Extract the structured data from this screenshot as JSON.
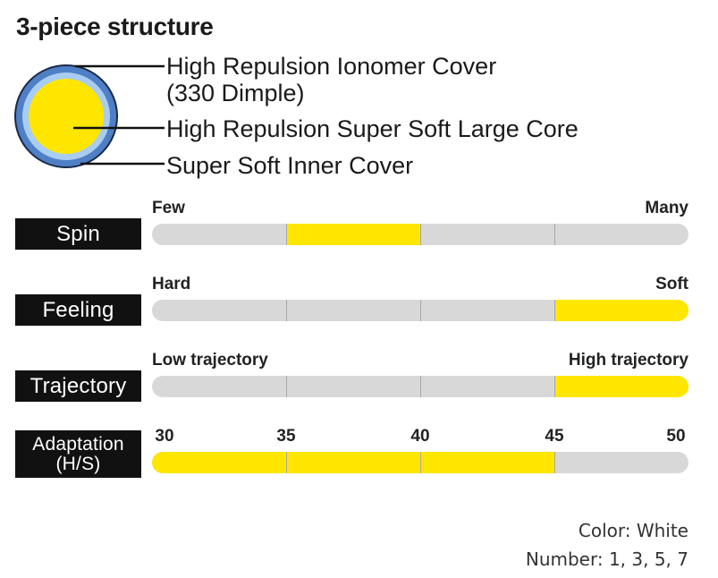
{
  "title": "3-piece structure",
  "structure": {
    "labels": [
      {
        "line1": "High Repulsion Ionomer Cover",
        "line2": "(330 Dimple)"
      },
      {
        "line1": "High Repulsion Super Soft Large Core"
      },
      {
        "line1": "Super Soft Inner Cover"
      }
    ],
    "colors": {
      "outer_cover": "#4f7fc4",
      "inner_cover": "#a8cdf0",
      "core": "#ffe600",
      "outline": "#1a2a4a"
    }
  },
  "ratings": [
    {
      "name": "Spin",
      "low_label": "Few",
      "high_label": "Many",
      "fill_start_segment": 1,
      "fill_end_segment": 2
    },
    {
      "name": "Feeling",
      "low_label": "Hard",
      "high_label": "Soft",
      "fill_start_segment": 3,
      "fill_end_segment": 4
    },
    {
      "name": "Trajectory",
      "low_label": "Low trajectory",
      "high_label": "High trajectory",
      "fill_start_segment": 3,
      "fill_end_segment": 4
    },
    {
      "name_line1": "Adaptation",
      "name_line2": "(H/S)",
      "ticks": [
        "30",
        "35",
        "40",
        "45",
        "50"
      ],
      "range": [
        30,
        45
      ]
    }
  ],
  "colors": {
    "fill": "#ffe600",
    "track": "#d8d8d8",
    "label_bg": "#111111"
  },
  "footer": {
    "color_line": "Color: White",
    "number_line": "Number: 1, 3, 5, 7"
  }
}
